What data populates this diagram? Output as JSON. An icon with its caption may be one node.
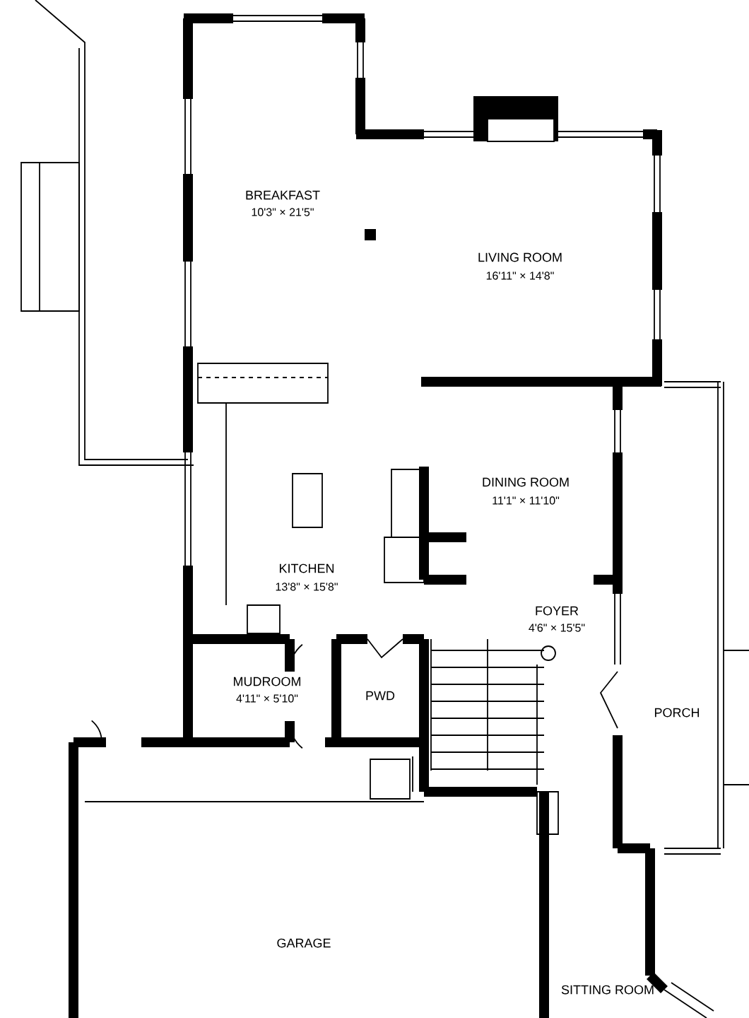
{
  "diagram": {
    "labels": [
      "BREAKFAST",
      "10'3\" × 21'5\"",
      "LIVING ROOM",
      "16'11\" × 14'8\"",
      "DINING ROOM",
      "11'1\" × 11'10\"",
      "KITCHEN",
      "13'8\" × 15'8\"",
      "FOYER",
      "4'6\" × 15'5\"",
      "MUDROOM",
      "4'11\" × 5'10\"",
      "PWD",
      "PORCH",
      "GARAGE",
      "SITTING ROOM"
    ]
  }
}
